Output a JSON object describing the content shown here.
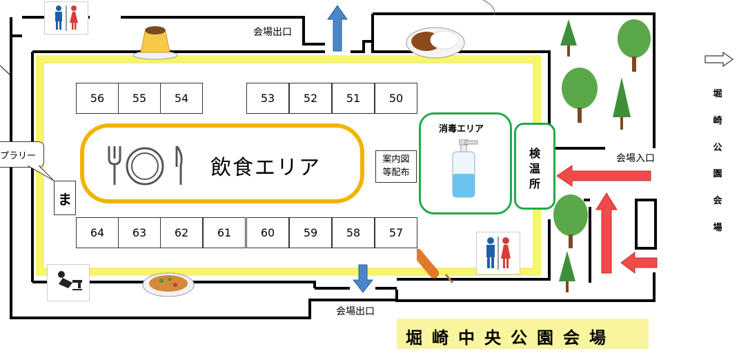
{
  "booths_top_left": [
    "56",
    "55",
    "54"
  ],
  "booths_top_right": [
    "53",
    "52",
    "51",
    "50"
  ],
  "booths_bottom": [
    "64",
    "63",
    "62",
    "61",
    "60",
    "59",
    "58",
    "57"
  ],
  "labels": {
    "exit_top": "会場出口",
    "exit_bottom": "会場出口",
    "entrance": "会場入口",
    "dining": "飲食エリア",
    "info_line1": "案内図",
    "info_line2": "等配布",
    "disinfect": "消毒エリア",
    "temp_check": [
      "検",
      "温",
      "所"
    ],
    "stamp_rally": "プラリー",
    "ma": "ま",
    "park_vertical": [
      "堀",
      "崎",
      "公",
      "園",
      "会",
      "場"
    ],
    "venue_title": "堀崎中央公園会場"
  },
  "colors": {
    "route_yellow": "#f7f56a",
    "dining_border": "#f0b400",
    "disinfect_border": "#22a84a",
    "exit_arrow": "#4a86c8",
    "entry_arrow": "#f04a4a",
    "title_bg": "#f8f59e",
    "tree_green": "#3f8f3a"
  }
}
